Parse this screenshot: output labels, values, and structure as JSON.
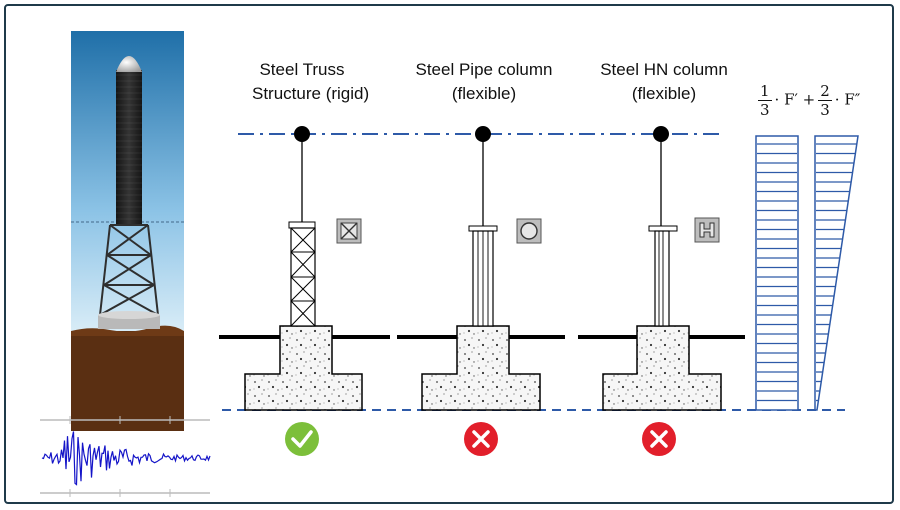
{
  "columns": [
    {
      "title_line1": "Steel Truss",
      "title_line2": "Structure (rigid)",
      "section_icon": "square-x-section-icon",
      "verdict": "check"
    },
    {
      "title_line1": "Steel Pipe column",
      "title_line2": "(flexible)",
      "section_icon": "circle-section-icon",
      "verdict": "cross"
    },
    {
      "title_line1": "Steel HN column",
      "title_line2": "(flexible)",
      "section_icon": "h-section-icon",
      "verdict": "cross"
    }
  ],
  "formula": {
    "frac1_num": "1",
    "frac1_den": "3",
    "term1": "· F′ +",
    "frac2_num": "2",
    "frac2_den": "3",
    "term2": "· F″"
  },
  "colors": {
    "check": "#7cbf3a",
    "cross": "#e21f2b",
    "dashline": "#2e5aa8",
    "load_lines": "#2e5aa8",
    "seismograph": "#1414c8",
    "soil": "#5a2f12"
  },
  "icons": [
    "square-x-section-icon",
    "circle-section-icon",
    "h-section-icon",
    "check-icon",
    "cross-icon",
    "seismograph-icon"
  ]
}
